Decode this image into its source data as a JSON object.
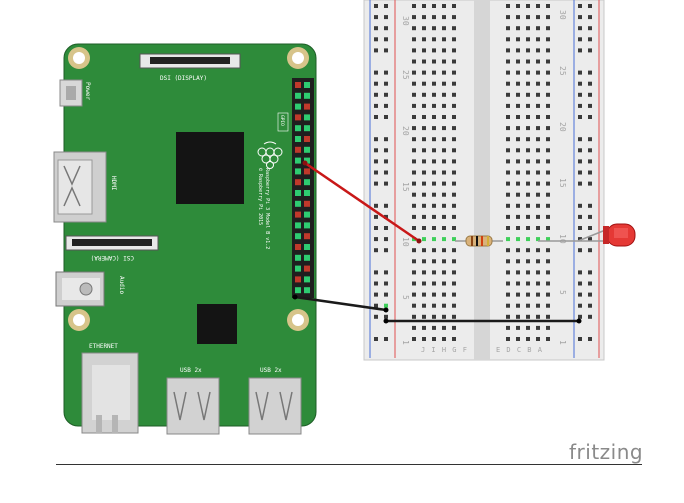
{
  "board": {
    "name_line1": "Raspberry Pi 3 Model B v1.2",
    "name_line2": "© Raspberry Pi 2015",
    "labels": {
      "power": "Power",
      "hdmi": "HDMI",
      "dsi": "DSI (DISPLAY)",
      "csi": "CSI (CAMERA)",
      "audio": "Audio",
      "ethernet": "ETHERNET",
      "usb_left": "USB 2x",
      "usb_right": "USB 2x",
      "gpio": "GPIO"
    }
  },
  "breadboard": {
    "row_labels": [
      "30",
      "25",
      "20",
      "15",
      "10",
      "5",
      "1"
    ],
    "column_labels_left": "J I H G F",
    "column_labels_right": "E D C B A"
  },
  "components": {
    "resistor": "resistor",
    "led": "red LED"
  },
  "wires": {
    "signal_color": "#c81818",
    "ground_color": "#1a1a1a"
  },
  "colors": {
    "pcb": "#2e8b3a",
    "pin_red": "#c0392b",
    "pin_green": "#2ecc71",
    "rail_red": "#e05050",
    "rail_blue": "#4a6fd8"
  },
  "footer": {
    "watermark": "fritzing"
  }
}
